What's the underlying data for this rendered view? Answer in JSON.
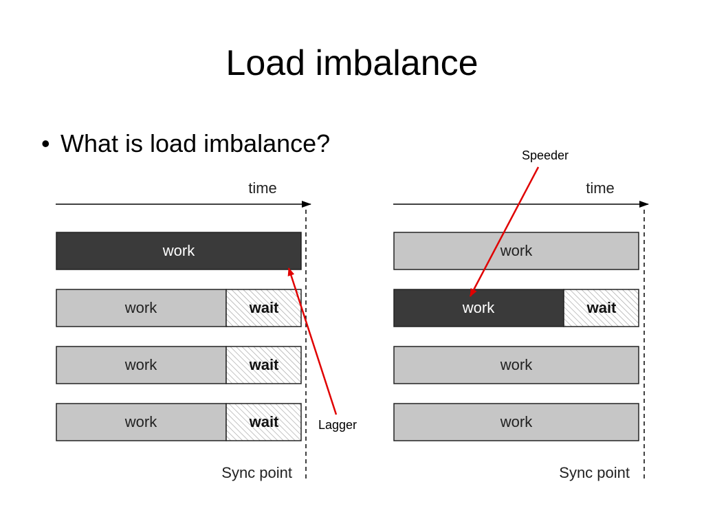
{
  "slide": {
    "title": "Load imbalance",
    "bullet": "What is load imbalance?"
  },
  "left_diagram": {
    "time_label": "time",
    "sync_label": "Sync point",
    "rows": [
      {
        "work": "work",
        "wait": ""
      },
      {
        "work": "work",
        "wait": "wait"
      },
      {
        "work": "work",
        "wait": "wait"
      },
      {
        "work": "work",
        "wait": "wait"
      }
    ],
    "annotation": "Lagger"
  },
  "right_diagram": {
    "time_label": "time",
    "sync_label": "Sync point",
    "rows": [
      {
        "work": "work",
        "wait": ""
      },
      {
        "work": "work",
        "wait": "wait"
      },
      {
        "work": "work",
        "wait": ""
      },
      {
        "work": "work",
        "wait": ""
      }
    ],
    "annotation": "Speeder"
  },
  "colors": {
    "dark_bar": "#3a3a3a",
    "light_bar": "#c6c6c6",
    "arrow": "#e00000"
  }
}
